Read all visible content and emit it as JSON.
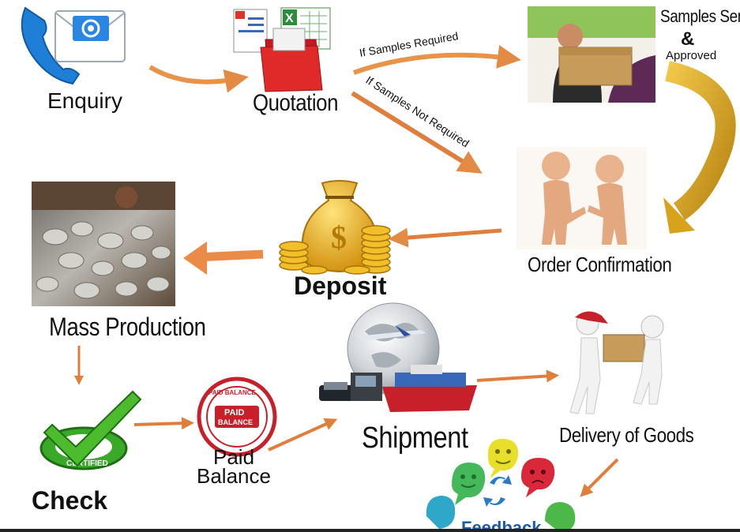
{
  "steps": {
    "enquiry": "Enquiry",
    "quotation": "Quotation",
    "samples_sent": "Samples Sent",
    "samples_amp": "&",
    "samples_approved": "Approved",
    "order_confirmation": "Order  Confirmation",
    "deposit": "Deposit",
    "mass_production": "Mass Production",
    "check": "Check",
    "paid_balance_line1": "Paid",
    "paid_balance_line2": "Balance",
    "shipment": "Shipment",
    "delivery": "Delivery of Goods",
    "feedback": "Feedback"
  },
  "arrows": {
    "samples_required": "If Samples Required",
    "samples_not_required": "If Samples Not Required"
  },
  "badges": {
    "certified": "CERTIFIED",
    "paid_balance_stamp_top": "PAID BALANCE",
    "paid_balance_stamp_mid1": "PAID",
    "paid_balance_stamp_mid2": "BALANCE"
  },
  "colors": {
    "arrow_orange": "#e8934a",
    "arrow_gold": "#d9a21c",
    "money_gold": "#e8b21a",
    "check_green": "#3aa92a",
    "stamp_red": "#c8202a",
    "phone_blue": "#1f7fd6"
  }
}
